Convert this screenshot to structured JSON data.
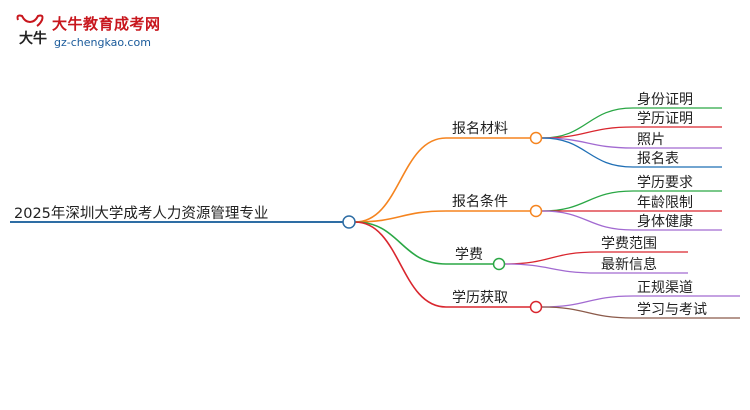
{
  "logo": {
    "brand": "大牛教育成考网",
    "url": "gz-chengkao.com",
    "mark_text": "大牛"
  },
  "mindmap": {
    "root": "2025年深圳大学成考人力资源管理专业",
    "branches": [
      {
        "label": "报名材料",
        "color": "#f5841f",
        "children": [
          {
            "label": "身份证明",
            "color": "#2aa745"
          },
          {
            "label": "学历证明",
            "color": "#d9262e"
          },
          {
            "label": "照片",
            "color": "#a26ad1"
          },
          {
            "label": "报名表",
            "color": "#1f6fb5"
          }
        ]
      },
      {
        "label": "报名条件",
        "color": "#f5841f",
        "children": [
          {
            "label": "学历要求",
            "color": "#2aa745"
          },
          {
            "label": "年龄限制",
            "color": "#d9262e"
          },
          {
            "label": "身体健康",
            "color": "#a26ad1"
          }
        ]
      },
      {
        "label": "学费",
        "color": "#2aa745",
        "children": [
          {
            "label": "学费范围",
            "color": "#d9262e"
          },
          {
            "label": "最新信息",
            "color": "#a26ad1"
          }
        ]
      },
      {
        "label": "学历获取",
        "color": "#d9262e",
        "children": [
          {
            "label": "正规渠道",
            "color": "#a26ad1"
          },
          {
            "label": "学习与考试",
            "color": "#8b5a4a"
          }
        ]
      }
    ]
  }
}
